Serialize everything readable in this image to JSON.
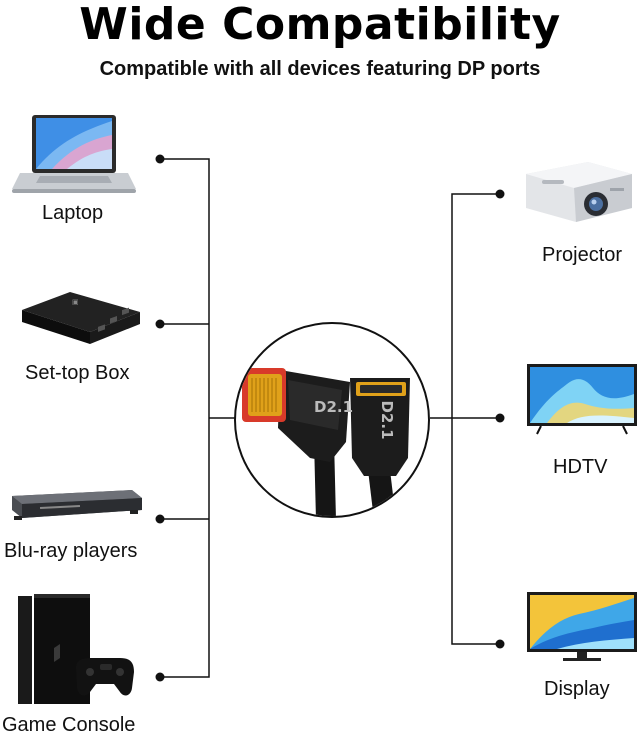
{
  "header": {
    "title": "Wide Compatibility",
    "subtitle": "Compatible with all devices featuring DP ports"
  },
  "left_devices": [
    {
      "label": "Laptop",
      "icon": "laptop-icon"
    },
    {
      "label": "Set-top Box",
      "icon": "set-top-box-icon"
    },
    {
      "label": "Blu-ray players",
      "icon": "blu-ray-player-icon"
    },
    {
      "label": "Game Console",
      "icon": "game-console-icon"
    }
  ],
  "right_devices": [
    {
      "label": "Projector",
      "icon": "projector-icon"
    },
    {
      "label": "HDTV",
      "icon": "hdtv-icon"
    },
    {
      "label": "Display",
      "icon": "display-icon"
    }
  ],
  "center": {
    "connector_mark": "D2.1",
    "icon": "dp-cable-icon"
  },
  "colors": {
    "line": "#111111",
    "screen_blue": "#2f8fe0",
    "connector_gold": "#e0a11a",
    "connector_red": "#d83a2a"
  }
}
